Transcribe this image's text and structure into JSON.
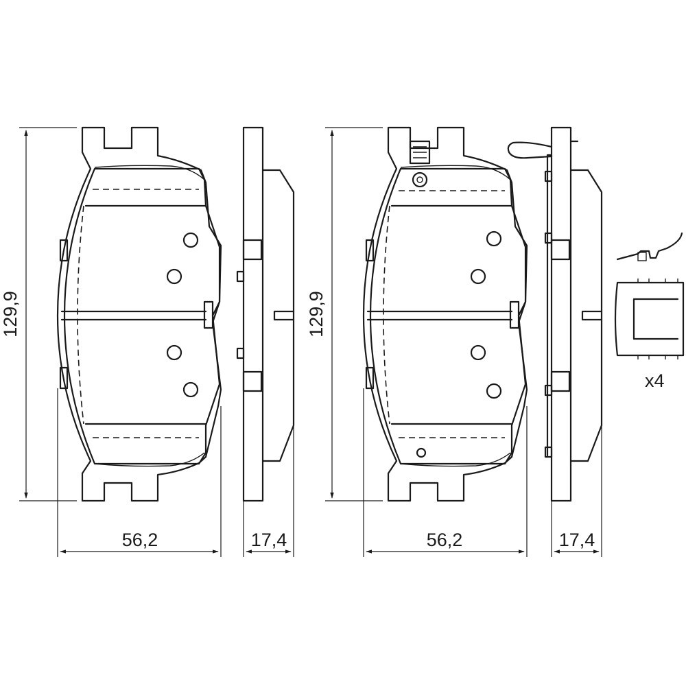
{
  "dimensions": {
    "left_pad": {
      "height": "129,9",
      "width": "56,2",
      "thickness": "17,4"
    },
    "right_pad": {
      "height": "129,9",
      "width": "56,2",
      "thickness": "17,4"
    }
  },
  "accessory": {
    "quantity": "x4"
  }
}
